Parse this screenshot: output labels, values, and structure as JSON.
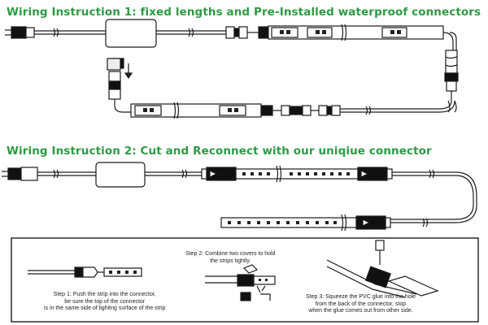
{
  "colors": {
    "heading": "#2e9a44",
    "line": "#1c1c1c",
    "connector": "#111111",
    "led": "#222222"
  },
  "instruction1": {
    "title": "Wiring Instruction 1: fixed lengths and Pre-Installed waterproof connectors"
  },
  "instruction2": {
    "title": "Wiring Instruction 2: Cut and Reconnect with our uniqiue connector"
  },
  "steps": {
    "step1": {
      "lines": [
        "Step 1: Push the strip into the connector,",
        "be sure the top of the connector",
        "is in the same side of lighitng surface of the strip"
      ]
    },
    "step2": {
      "lines": [
        "Step 2: Combine two covers to hold",
        "the strips tightly."
      ]
    },
    "step3": {
      "lines": [
        "Step 3: Squeeze the PVC glue into the hole",
        "from the back of the connector, stop",
        "when the glue comes out from other side."
      ]
    }
  },
  "icons": [
    "power-plug-icon",
    "controller-box-icon",
    "waterproof-connector-icon",
    "led-strip-icon",
    "glue-tube-icon",
    "arrow-down-icon"
  ]
}
